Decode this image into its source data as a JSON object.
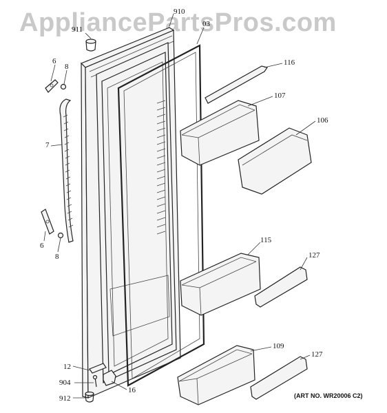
{
  "watermark": "AppliancePartsPros.com",
  "art_number": "(ART NO. WR20006 C2)",
  "callouts": {
    "c911": "911",
    "c910": "910",
    "c03": "03",
    "c6_top": "6",
    "c8_top": "8",
    "c7": "7",
    "c6_bot": "6",
    "c8_bot": "8",
    "c116": "116",
    "c107": "107",
    "c106": "106",
    "c115": "115",
    "c127_top": "127",
    "c109": "109",
    "c127_bot": "127",
    "c12": "12",
    "c904": "904",
    "c16": "16",
    "c912": "912"
  }
}
